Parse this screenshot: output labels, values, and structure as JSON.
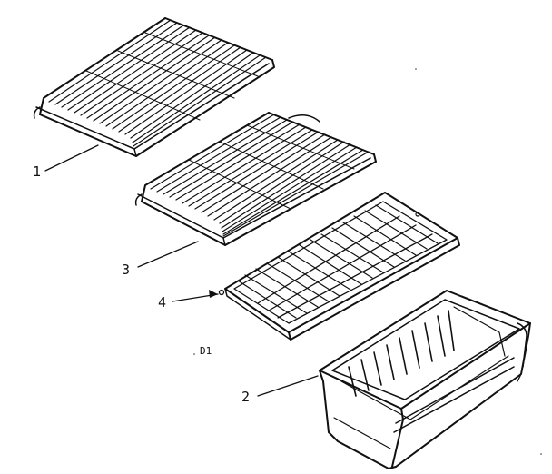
{
  "diagram": {
    "callouts": [
      {
        "id": "shelf-top",
        "text": "1"
      },
      {
        "id": "shelf-middle",
        "text": "3"
      },
      {
        "id": "shelf-flat",
        "text": "4"
      },
      {
        "id": "crisper-bin",
        "text": "2"
      }
    ],
    "figure_code": "D1"
  }
}
